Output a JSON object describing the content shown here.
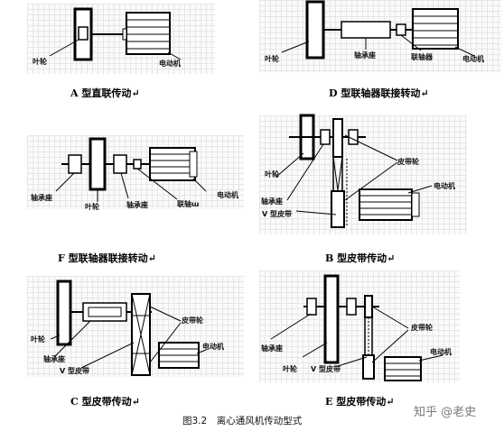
{
  "panels": {
    "a": {
      "caption": "A 型直联传动↵",
      "labels": {
        "impeller": "叶轮",
        "motor": "电动机"
      }
    },
    "d": {
      "caption": "D 型联轴器联接转动↵",
      "labels": {
        "impeller": "叶轮",
        "bearing_seat": "轴承座",
        "coupling": "联轴器",
        "motor": "电动机"
      }
    },
    "f": {
      "caption": "F 型联轴器联接转动↵",
      "labels": {
        "bearing_seat_left": "轴承座",
        "impeller": "叶轮",
        "bearing_seat_right": "轴承座",
        "coupling": "联轴ɯ",
        "motor": "电动机"
      }
    },
    "b": {
      "caption": "B 型皮带传动↵",
      "labels": {
        "impeller": "叶轮",
        "bearing_seat": "轴承座",
        "v_belt": "V 型皮带",
        "pulley": "皮带轮",
        "motor": "电动机"
      }
    },
    "c": {
      "caption": "C 型皮带传动↵",
      "labels": {
        "impeller": "叶轮",
        "bearing_seat": "轴承座",
        "v_belt": "V 型皮带",
        "pulley": "皮带轮",
        "motor": "电动机"
      }
    },
    "e": {
      "caption": "E 型皮带传动↵",
      "labels": {
        "bearing_seat": "轴承座",
        "impeller": "叶轮",
        "v_belt": "V 型皮带",
        "pulley": "皮带轮",
        "motor": "电动机"
      }
    }
  },
  "figure_caption": "图3.2　离心通风机传动型式",
  "watermark": "知乎 @老史"
}
